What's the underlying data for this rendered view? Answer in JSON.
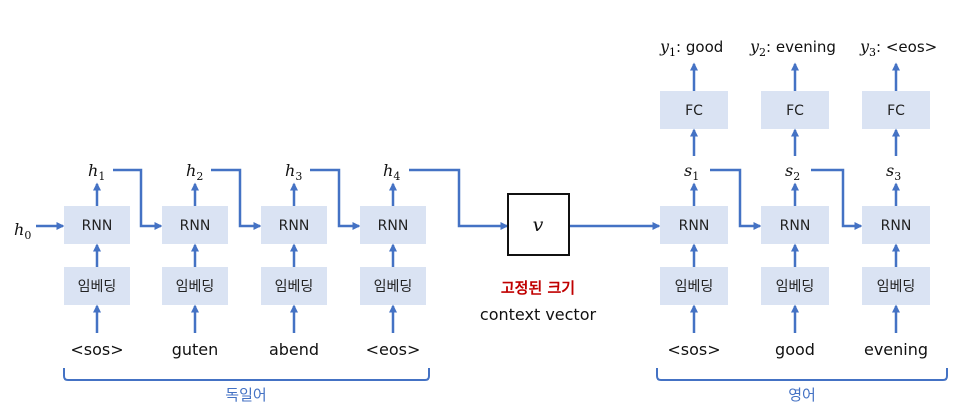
{
  "colors": {
    "box_fill": "#dae3f3",
    "arrow": "#4472c4",
    "accent_red": "#c00000",
    "lang_label": "#4472c4"
  },
  "encoder": {
    "initial_hidden": {
      "base": "h",
      "sub": "0"
    },
    "rnn_label": "RNN",
    "embed_label": "임베딩",
    "inputs": [
      "<sos>",
      "guten",
      "abend",
      "<eos>"
    ],
    "hidden_states": [
      {
        "base": "h",
        "sub": "1"
      },
      {
        "base": "h",
        "sub": "2"
      },
      {
        "base": "h",
        "sub": "3"
      },
      {
        "base": "h",
        "sub": "4"
      }
    ],
    "language_label": "독일어"
  },
  "context": {
    "symbol": "v",
    "label_fixed": "고정된 크기",
    "label_vector": "context vector"
  },
  "decoder": {
    "rnn_label": "RNN",
    "embed_label": "임베딩",
    "fc_label": "FC",
    "inputs": [
      "<sos>",
      "good",
      "evening"
    ],
    "states": [
      {
        "base": "s",
        "sub": "1"
      },
      {
        "base": "s",
        "sub": "2"
      },
      {
        "base": "s",
        "sub": "3"
      }
    ],
    "outputs": [
      {
        "base": "y",
        "sub": "1",
        "text": ": good"
      },
      {
        "base": "y",
        "sub": "2",
        "text": ": evening"
      },
      {
        "base": "y",
        "sub": "3",
        "text": ": <eos>"
      }
    ],
    "language_label": "영어"
  }
}
